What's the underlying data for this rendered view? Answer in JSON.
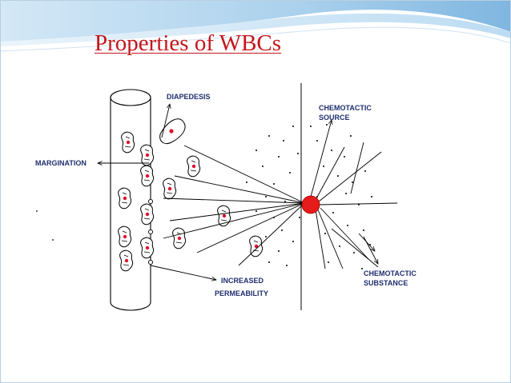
{
  "slide": {
    "title": "Properties of WBCs",
    "title_color": "#c4161c",
    "label_color": "#1f2e6e",
    "cell_nucleus_color": "#e0102a",
    "source_color": "#e61b1b",
    "accent": "#9fc6e4"
  },
  "diagram": {
    "labels": {
      "diapedesis": "DIAPEDESIS",
      "margination": "MARGINATION",
      "chemotactic_source_1": "CHEMOTACTIC",
      "chemotactic_source_2": "SOURCE",
      "chemotactic_substance_1": "CHEMOTACTIC",
      "chemotactic_substance_2": "SUBSTANCE",
      "increased_1": "INCREASED",
      "increased_2": "PERMEABILITY"
    }
  }
}
